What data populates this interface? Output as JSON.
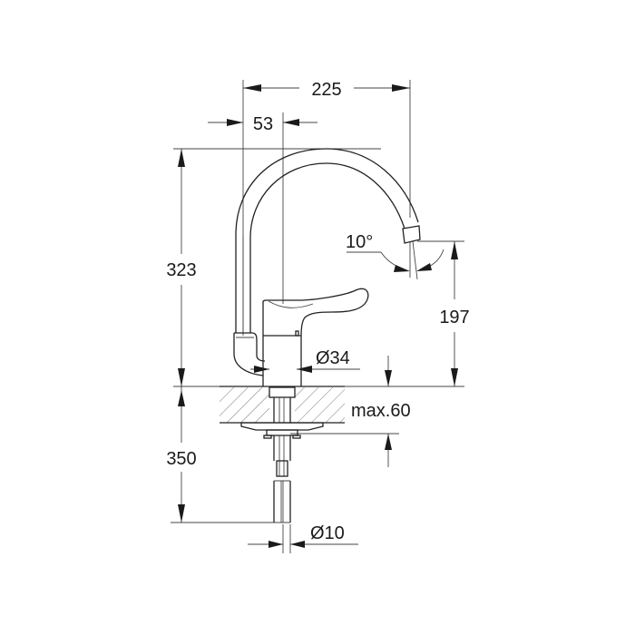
{
  "diagram": {
    "title": "Faucet dimension drawing",
    "units": "mm",
    "dimensions": {
      "spout_reach": "225",
      "body_offset": "53",
      "total_height": "323",
      "spout_height": "197",
      "spout_angle": "10°",
      "body_diameter": "Ø34",
      "max_deck_thickness": "max.60",
      "hose_length": "350",
      "hose_diameter": "Ø10"
    },
    "colors": {
      "line": "#222222",
      "background": "#ffffff"
    }
  }
}
